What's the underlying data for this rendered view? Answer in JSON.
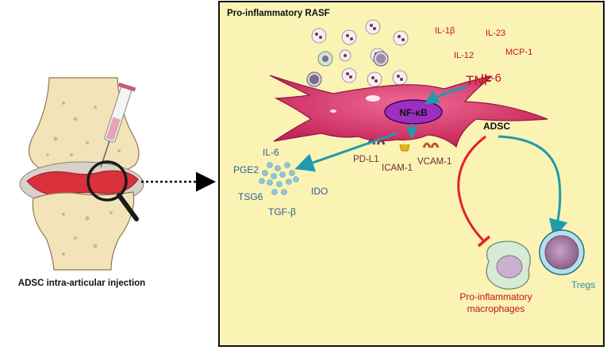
{
  "left_caption": "ADSC intra-articular injection",
  "panel": {
    "title": "Pro-inflammatory RASF",
    "cytokines": [
      "IL-1β",
      "IL-23",
      "IL-12",
      "MCP-1"
    ],
    "tnf": "TNF",
    "il6_top": "IL-6",
    "nfkb": "NF-κB",
    "receptors": [
      "PD-L1",
      "ICAM-1",
      "VCAM-1"
    ],
    "adsc": "ADSC",
    "secreted": [
      "IL-6",
      "PGE2",
      "TSG6",
      "IDO",
      "TGF-β"
    ],
    "macrophage_label": [
      "Pro-inflammatory",
      "macrophages"
    ],
    "tregs": "Tregs"
  },
  "colors": {
    "panel_bg": "#fbf3b4",
    "red_text": "#c0111b",
    "blue_text": "#2e5d9b",
    "teal": "#1f9bad",
    "red_arrow": "#e5202a",
    "fibroblast": "#d83a6c",
    "purple_text": "#6d2b3c"
  }
}
